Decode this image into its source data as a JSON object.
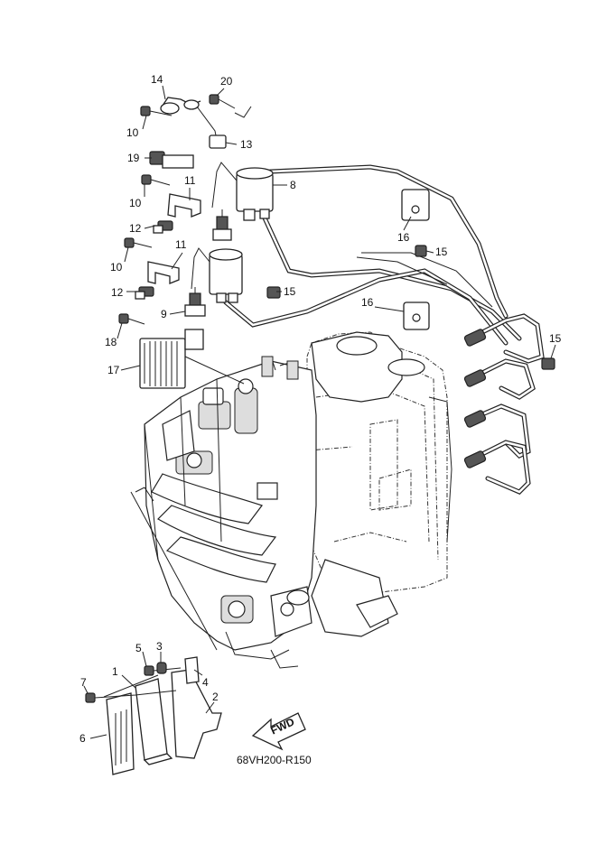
{
  "diagram": {
    "code": "68VH200-R150",
    "direction_label": "FWD",
    "callouts": [
      {
        "id": "c1",
        "text": "1"
      },
      {
        "id": "c2",
        "text": "2"
      },
      {
        "id": "c3",
        "text": "3"
      },
      {
        "id": "c4",
        "text": "4"
      },
      {
        "id": "c5",
        "text": "5"
      },
      {
        "id": "c6",
        "text": "6"
      },
      {
        "id": "c7",
        "text": "7"
      },
      {
        "id": "c8",
        "text": "8"
      },
      {
        "id": "c9",
        "text": "9"
      },
      {
        "id": "c10a",
        "text": "10"
      },
      {
        "id": "c10b",
        "text": "10"
      },
      {
        "id": "c10c",
        "text": "10"
      },
      {
        "id": "c11a",
        "text": "11"
      },
      {
        "id": "c11b",
        "text": "11"
      },
      {
        "id": "c12a",
        "text": "12"
      },
      {
        "id": "c12b",
        "text": "12"
      },
      {
        "id": "c13",
        "text": "13"
      },
      {
        "id": "c14",
        "text": "14"
      },
      {
        "id": "c15a",
        "text": "15"
      },
      {
        "id": "c15b",
        "text": "15"
      },
      {
        "id": "c15c",
        "text": "15"
      },
      {
        "id": "c16a",
        "text": "16"
      },
      {
        "id": "c16b",
        "text": "16"
      },
      {
        "id": "c17",
        "text": "17"
      },
      {
        "id": "c18",
        "text": "18"
      },
      {
        "id": "c19",
        "text": "19"
      },
      {
        "id": "c20",
        "text": "20"
      }
    ]
  }
}
